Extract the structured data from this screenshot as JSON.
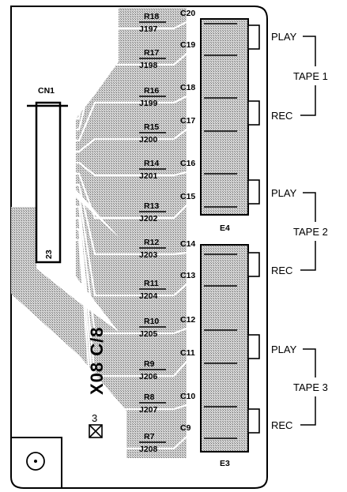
{
  "board": {
    "model_text": "X08 C/8",
    "connector_label": "CN1",
    "connector_pin": "23",
    "test_point_number": "3"
  },
  "rows": [
    {
      "r": "R18",
      "j": "J197",
      "c": "C20"
    },
    {
      "r": "R17",
      "j": "J198",
      "c": "C19"
    },
    {
      "r": "R16",
      "j": "J199",
      "c": "C18"
    },
    {
      "r": "R15",
      "j": "J200",
      "c": "C17"
    },
    {
      "r": "R14",
      "j": "J201",
      "c": "C16"
    },
    {
      "r": "R13",
      "j": "J202",
      "c": "C15"
    },
    {
      "r": "R12",
      "j": "J203",
      "c": "C14"
    },
    {
      "r": "R11",
      "j": "J204",
      "c": "C13"
    },
    {
      "r": "R10",
      "j": "J205",
      "c": "C12"
    },
    {
      "r": "R9",
      "j": "J206",
      "c": "C11"
    },
    {
      "r": "R8",
      "j": "J207",
      "c": "C10"
    },
    {
      "r": "R7",
      "j": "J208",
      "c": "C9"
    }
  ],
  "jack_blocks": [
    {
      "label": "E4"
    },
    {
      "label": "E3"
    }
  ],
  "tapes": [
    {
      "play": "PLAY",
      "rec": "REC",
      "name": "TAPE 1"
    },
    {
      "play": "PLAY",
      "rec": "REC",
      "name": "TAPE 2"
    },
    {
      "play": "PLAY",
      "rec": "REC",
      "name": "TAPE 3"
    }
  ]
}
